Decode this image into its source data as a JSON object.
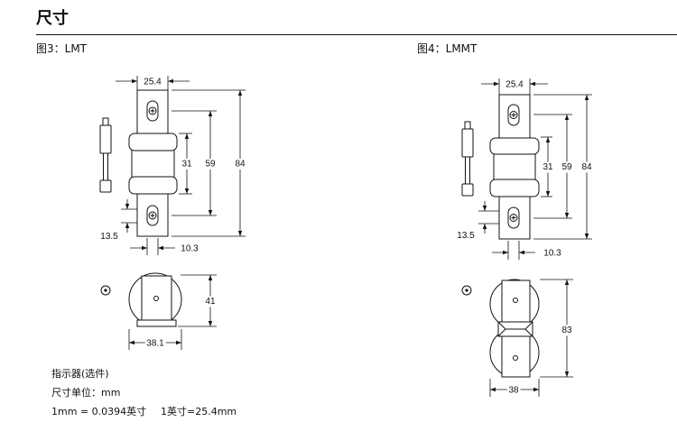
{
  "title": "尺寸",
  "figures": [
    {
      "caption": "图3：LMT",
      "dims": {
        "width_top": "25.4",
        "overall": "84",
        "centers": "59",
        "body": "31",
        "slot_offset": "13.5",
        "slot_width": "10.3",
        "end_height": "41",
        "end_width": "38.1"
      }
    },
    {
      "caption": "图4：LMMT",
      "dims": {
        "width_top": "25.4",
        "overall": "84",
        "centers": "59",
        "body": "31",
        "slot_offset": "13.5",
        "slot_width": "10.3",
        "end_height": "83",
        "end_width": "38"
      }
    }
  ],
  "notes": {
    "indicator": "指示器(选件)",
    "unit": "尺寸单位：mm",
    "mm_to_inch": "1mm = 0.0394英寸",
    "inch_to_mm": "1英寸=25.4mm"
  },
  "colors": {
    "ink": "#111111",
    "paper": "#ffffff"
  }
}
